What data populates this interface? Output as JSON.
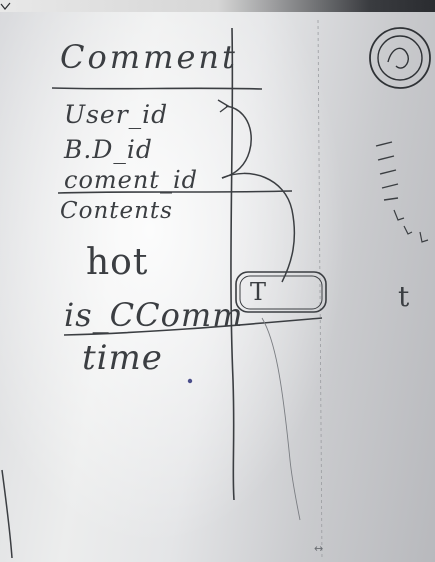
{
  "whiteboard": {
    "title": "Comment",
    "fields": [
      {
        "id": "user",
        "text": "User_id"
      },
      {
        "id": "board",
        "text": "B.D_id"
      },
      {
        "id": "comment",
        "text": "coment_id"
      },
      {
        "id": "contents",
        "text": "Contents"
      },
      {
        "id": "hot",
        "text": "hot"
      },
      {
        "id": "isc",
        "text": "is_CComm"
      },
      {
        "id": "time",
        "text": "time"
      }
    ],
    "box_mark": "T",
    "side_mark": "t",
    "resize_glyph": "↔"
  },
  "colors": {
    "ink": "#3b3e42",
    "board": "#e6e7e9"
  }
}
